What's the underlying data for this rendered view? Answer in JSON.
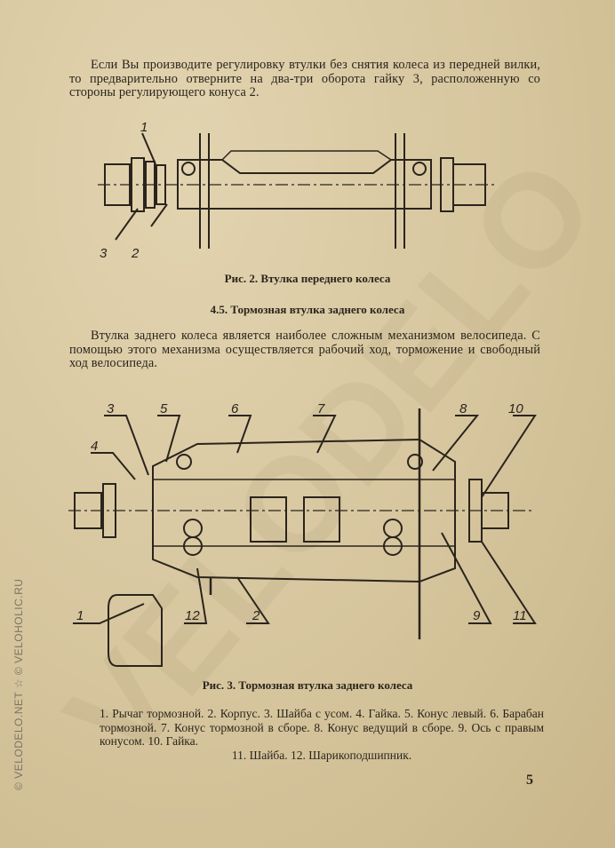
{
  "watermark": {
    "diagonal": "VELODELO",
    "side": "© VELODELO.NET ☆ © VELOHOLIC.RU"
  },
  "paragraph_1": "Если Вы производите регулировку втулки без снятия колеса из передней вилки, то предварительно отверните на два-три оборота гайку 3, расположенную со стороны регулирующего конуса 2.",
  "figure_2": {
    "labels": {
      "l1": "1",
      "l2": "2",
      "l3": "3"
    },
    "caption": "Рис. 2. Втулка переднего колеса"
  },
  "section_heading": "4.5. Тормозная втулка заднего колеса",
  "paragraph_2": "Втулка заднего колеса является наиболее сложным механизмом велосипеда. С помощью этого механизма осуществляется рабочий ход, торможение и свободный ход велосипеда.",
  "figure_3": {
    "labels": {
      "l1": "1",
      "l2": "2",
      "l3": "3",
      "l4": "4",
      "l5": "5",
      "l6": "6",
      "l7": "7",
      "l8": "8",
      "l9": "9",
      "l10": "10",
      "l11": "11",
      "l12": "12"
    },
    "caption": "Рис. 3. Тормозная втулка заднего колеса"
  },
  "legend": {
    "main": "1. Рычаг тормозной. 2. Корпус. 3. Шайба с усом. 4. Гайка. 5. Конус левый. 6. Барабан тормозной. 7. Конус тормозной в сборе. 8. Конус ведущий в сборе. 9. Ось с правым конусом. 10. Гайка.",
    "last": "11. Шайба. 12. Шарикоподшипник."
  },
  "page_number": "5"
}
